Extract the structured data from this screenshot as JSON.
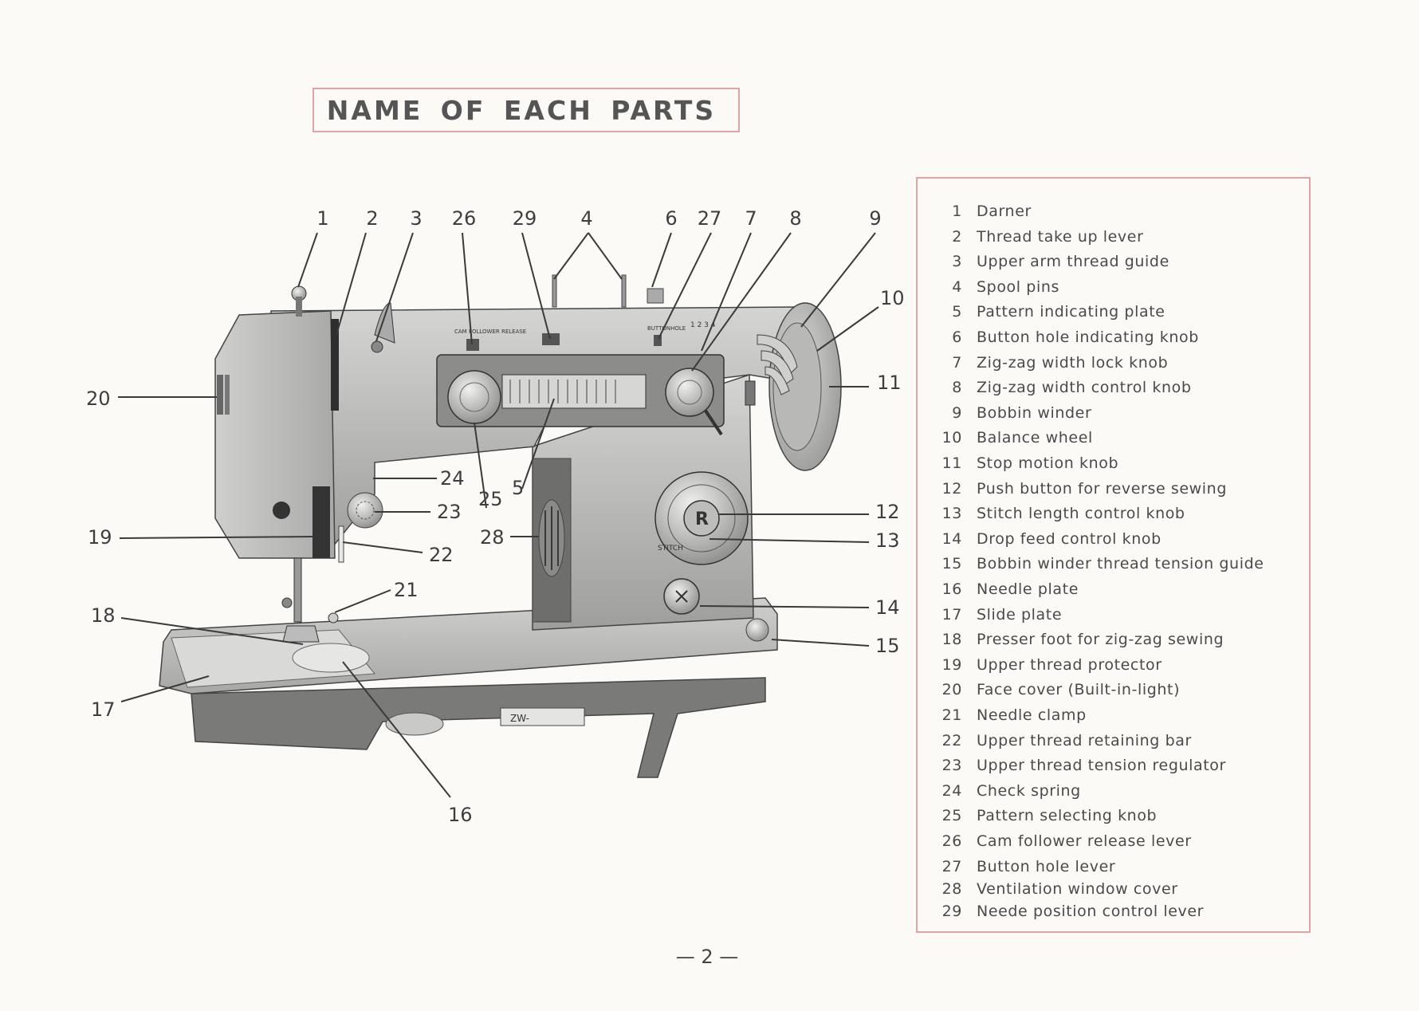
{
  "title": "NAME OF EACH PARTS",
  "page_number": "— 2 —",
  "machine_labels": {
    "cam_release": "CAM FOLLOWER RELEASE",
    "buttonhole": "BUTTONHOLE",
    "buttonhole_positions": "1 2 3 4",
    "reverse_button": "R",
    "stitch": "STITCH",
    "model": "ZW-"
  },
  "callouts": {
    "c1": "1",
    "c2": "2",
    "c3": "3",
    "c26": "26",
    "c29": "29",
    "c4": "4",
    "c6": "6",
    "c27": "27",
    "c7": "7",
    "c8": "8",
    "c9": "9",
    "c10": "10",
    "c11": "11",
    "c20": "20",
    "c24": "24",
    "c25": "25",
    "c5": "5",
    "c23": "23",
    "c12": "12",
    "c28": "28",
    "c13": "13",
    "c19": "19",
    "c22": "22",
    "c21": "21",
    "c14": "14",
    "c18": "18",
    "c15": "15",
    "c17": "17",
    "c16": "16"
  },
  "parts": [
    {
      "num": "1",
      "label": "Darner"
    },
    {
      "num": "2",
      "label": "Thread take up lever"
    },
    {
      "num": "3",
      "label": "Upper arm thread guide"
    },
    {
      "num": "4",
      "label": "Spool pins"
    },
    {
      "num": "5",
      "label": "Pattern indicating plate"
    },
    {
      "num": "6",
      "label": "Button hole indicating knob"
    },
    {
      "num": "7",
      "label": "Zig-zag width lock knob"
    },
    {
      "num": "8",
      "label": "Zig-zag width control knob"
    },
    {
      "num": "9",
      "label": "Bobbin winder"
    },
    {
      "num": "10",
      "label": "Balance wheel"
    },
    {
      "num": "11",
      "label": "Stop motion knob"
    },
    {
      "num": "12",
      "label": "Push button for reverse sewing"
    },
    {
      "num": "13",
      "label": "Stitch length control knob"
    },
    {
      "num": "14",
      "label": "Drop feed control knob"
    },
    {
      "num": "15",
      "label": "Bobbin winder thread tension guide"
    },
    {
      "num": "16",
      "label": "Needle plate"
    },
    {
      "num": "17",
      "label": "Slide plate"
    },
    {
      "num": "18",
      "label": "Presser foot for zig-zag sewing"
    },
    {
      "num": "19",
      "label": "Upper thread protector"
    },
    {
      "num": "20",
      "label": "Face cover (Built-in-light)"
    },
    {
      "num": "21",
      "label": "Needle clamp"
    },
    {
      "num": "22",
      "label": "Upper thread retaining bar"
    },
    {
      "num": "23",
      "label": "Upper thread tension regulator"
    },
    {
      "num": "24",
      "label": "Check spring"
    },
    {
      "num": "25",
      "label": "Pattern selecting knob"
    },
    {
      "num": "26",
      "label": "Cam follower release lever"
    },
    {
      "num": "27",
      "label": "Button hole lever"
    },
    {
      "num": "28",
      "label": "Ventilation window cover"
    },
    {
      "num": "29",
      "label": "Neede position control lever"
    }
  ]
}
